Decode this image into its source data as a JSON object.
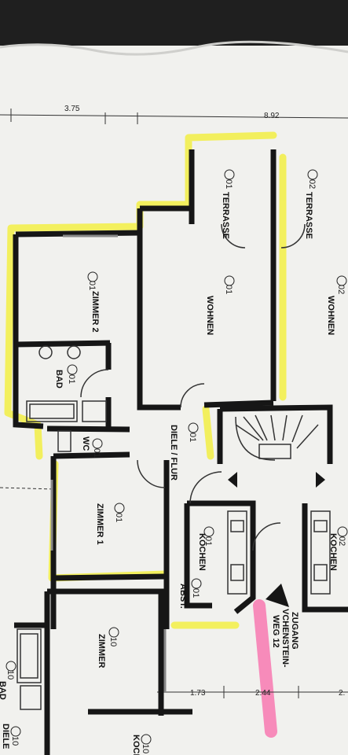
{
  "dimensions": {
    "top_left": "3.75",
    "top_right": "8.92",
    "bottom_left": "1.73",
    "bottom_mid": "2.44",
    "bottom_right": "2."
  },
  "rooms": {
    "terrasse_01": {
      "num": "01",
      "name": "TERRASSE"
    },
    "terrasse_02": {
      "num": "02",
      "name": "TERRASSE"
    },
    "wohnen_01": {
      "num": "01",
      "name": "WOHNEN"
    },
    "wohnen_02": {
      "num": "02",
      "name": "WOHNEN"
    },
    "zimmer2_01": {
      "num": "01",
      "name": "ZIMMER 2"
    },
    "bad_01": {
      "num": "01",
      "name": "BAD"
    },
    "wc_01": {
      "num": "01",
      "name": "WC"
    },
    "diele_01": {
      "num": "01",
      "name": "DIELE / FLUR"
    },
    "zimmer1_01": {
      "num": "01",
      "name": "ZIMMER 1"
    },
    "kochen_01": {
      "num": "01",
      "name": "KOCHEN"
    },
    "kochen_02": {
      "num": "02",
      "name": "KOCHEN"
    },
    "abst_01": {
      "num": "01",
      "name": "ABST."
    },
    "zimmer_10": {
      "num": "10",
      "name": "ZIMMER"
    },
    "bad_10": {
      "num": "10",
      "name": "BAD"
    },
    "diele_10": {
      "num": "10",
      "name": "DIELE"
    },
    "kochen_10": {
      "num": "10",
      "name": "KOCHEN"
    }
  },
  "entrance": {
    "line1": "ZUGANG",
    "line2": "VCHENSTEIN-",
    "line3": "WEG 12"
  },
  "colors": {
    "highlight_yellow": "#f3ef4e",
    "highlight_pink": "#f77fb4",
    "wall": "#161616",
    "paper": "#f1f1ee",
    "background": "#1f1f1f"
  }
}
